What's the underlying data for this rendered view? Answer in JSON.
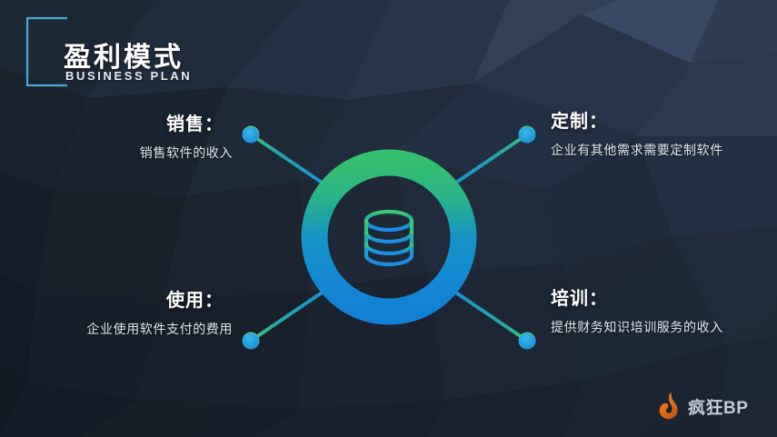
{
  "slide": {
    "title_cn": "盈利模式",
    "title_en": "BUSINESS PLAN"
  },
  "nodes": [
    {
      "key": "sales",
      "title": "销售：",
      "desc": "销售软件的收入"
    },
    {
      "key": "custom",
      "title": "定制：",
      "desc": "企业有其他需求需要定制软件"
    },
    {
      "key": "usage",
      "title": "使用：",
      "desc": "企业使用软件支付的费用"
    },
    {
      "key": "training",
      "title": "培训：",
      "desc": "提供财务知识培训服务的收入"
    }
  ],
  "center": {
    "icon": "database-icon"
  },
  "footer": {
    "logo_icon": "flame-icon",
    "logo_text": "疯狂BP"
  },
  "colors": {
    "background_dark": "#131c26",
    "background_light": "#3c4c66",
    "bracket": "#4aa8dd",
    "ring_top": "#2fb573",
    "ring_mid": "#1594c4",
    "ring_bottom": "#1383d0",
    "dot": "#2aa0e0",
    "title_text": "#ffffff",
    "desc_text": "#dfe6ee",
    "logo_orange": "#e8731a",
    "logo_text": "#c6ccd4"
  }
}
